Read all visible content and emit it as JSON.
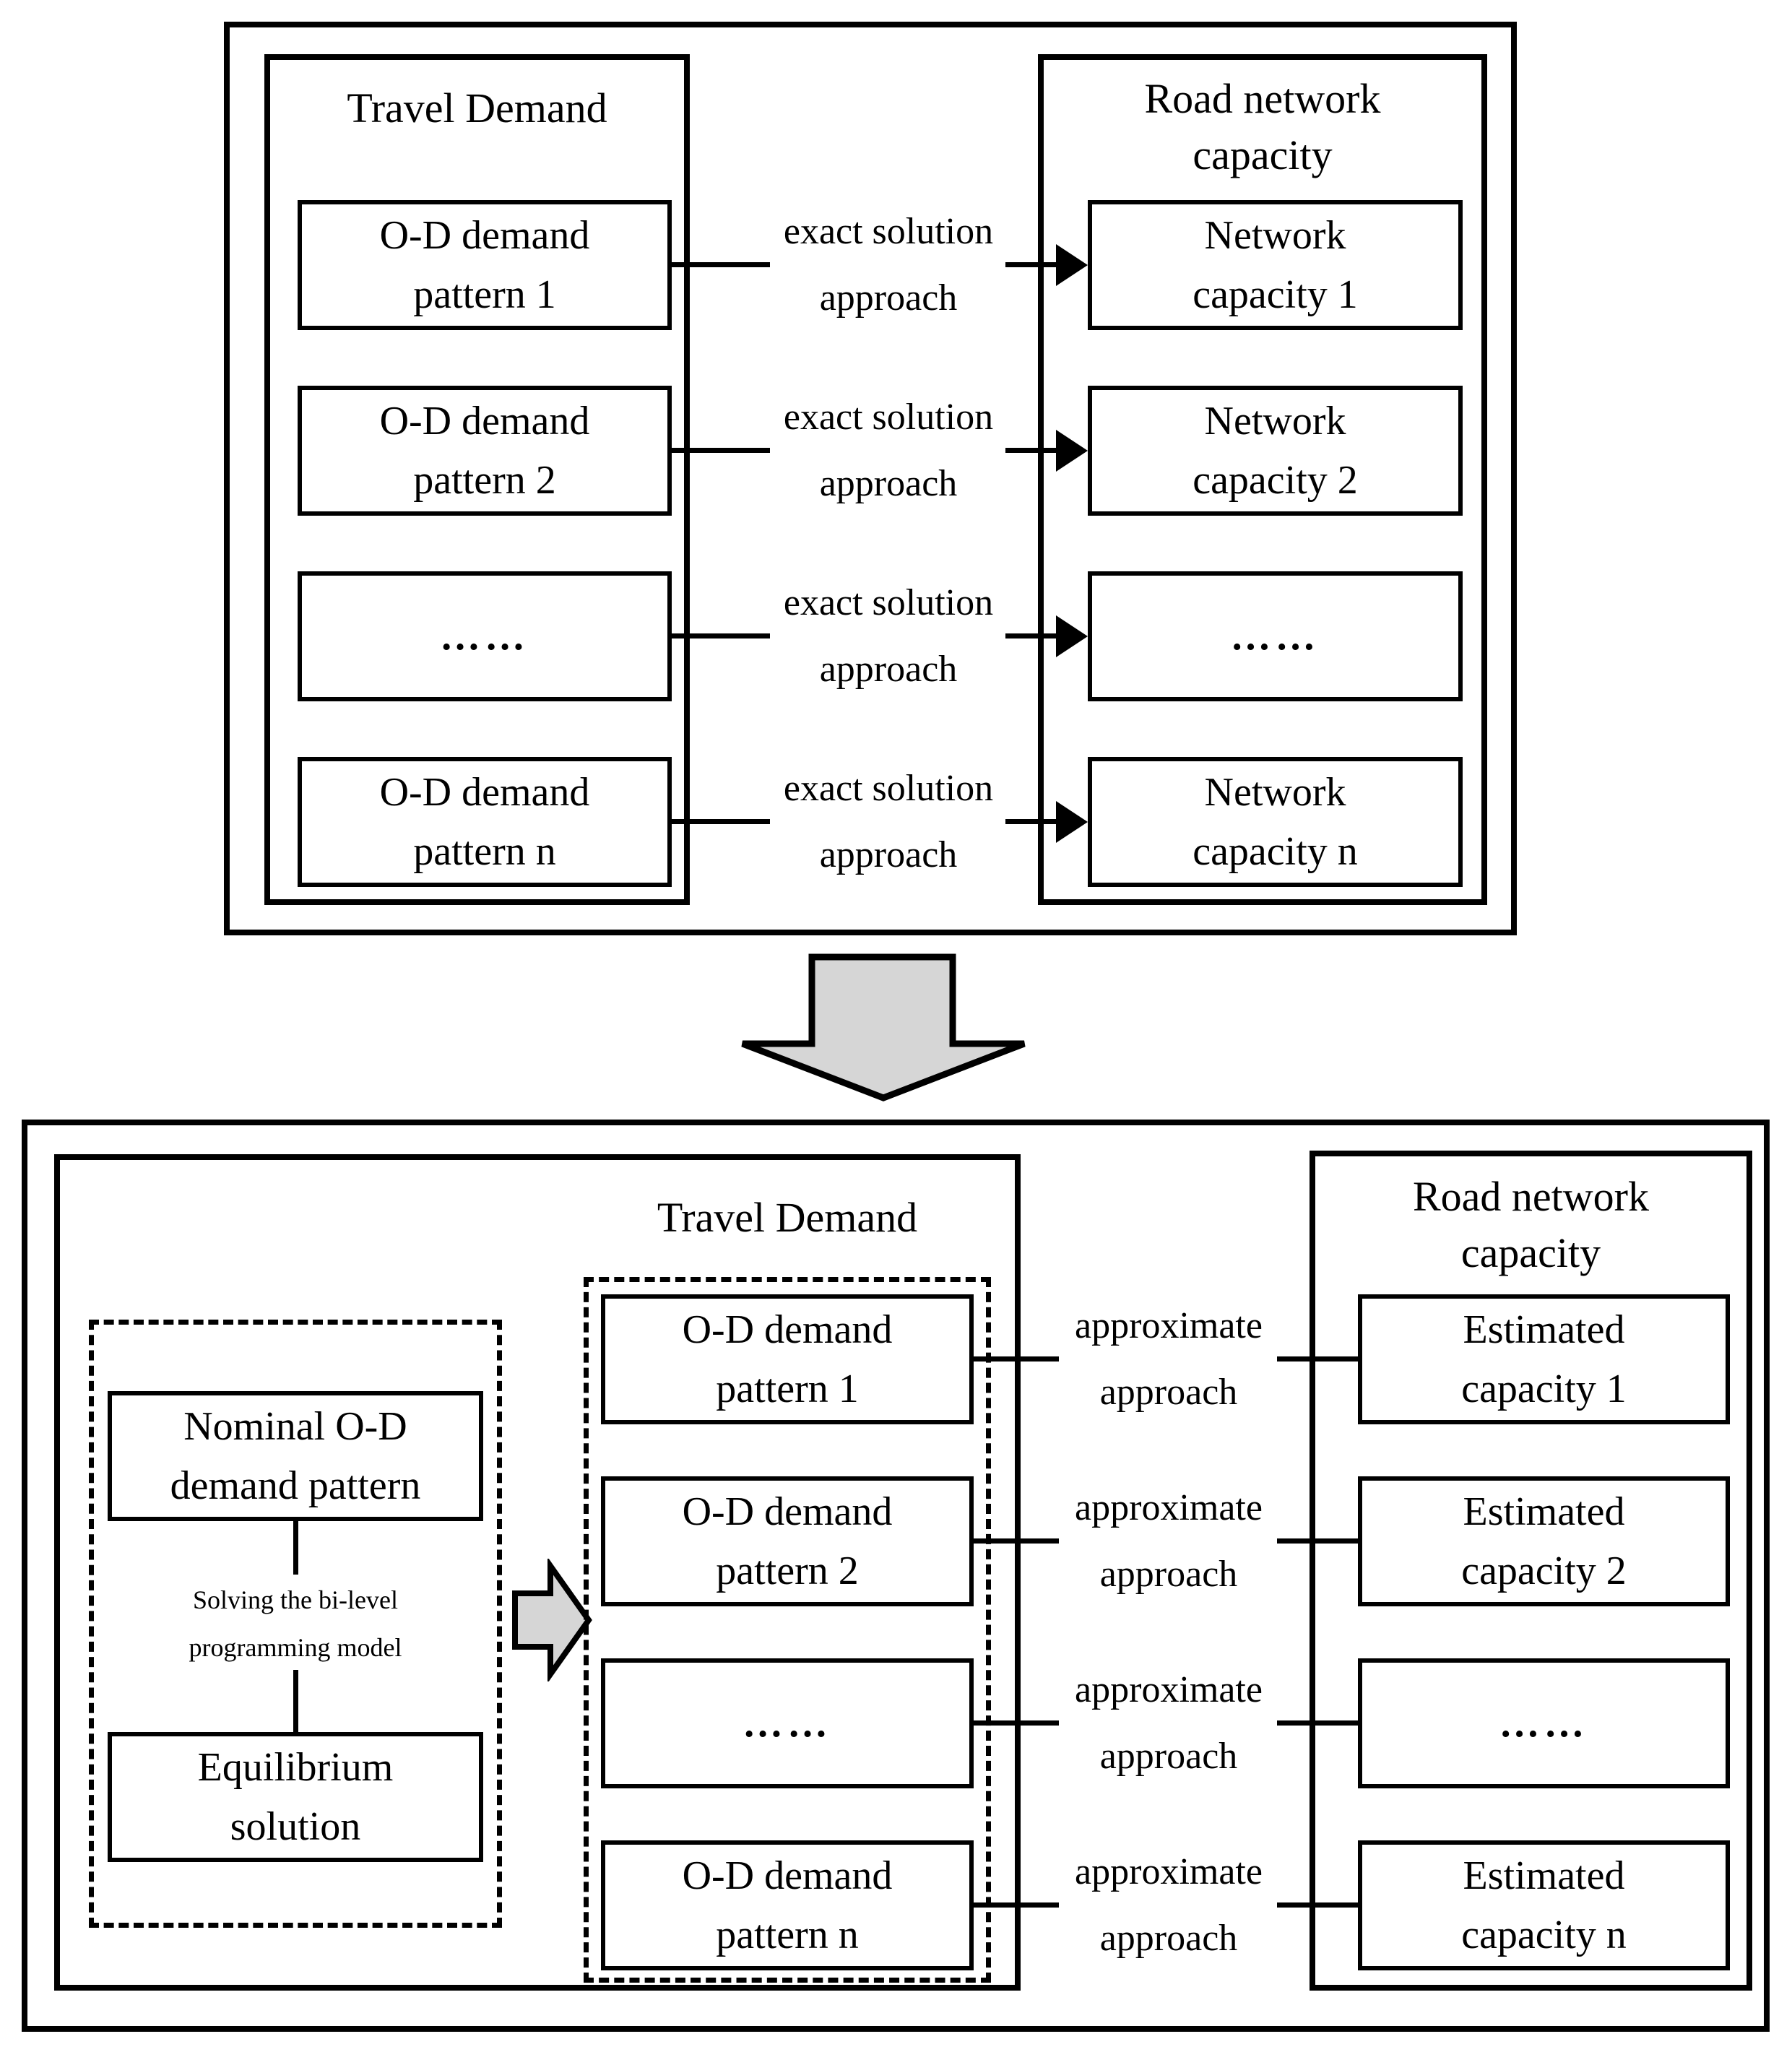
{
  "figure": {
    "background": "#ffffff",
    "line_color": "#000000",
    "arrow_fill": "#d6d6d6"
  },
  "top": {
    "travel_demand_title": "Travel Demand",
    "road_title_line1": "Road network",
    "road_title_line2": "capacity",
    "connector_label_line1": "exact solution",
    "connector_label_line2": "approach",
    "demand_items": [
      {
        "line1": "O-D demand",
        "line2": "pattern 1"
      },
      {
        "line1": "O-D demand",
        "line2": "pattern 2"
      },
      {
        "dots": "……"
      },
      {
        "line1": "O-D demand",
        "line2": "pattern n"
      }
    ],
    "capacity_items": [
      {
        "line1": "Network",
        "line2": "capacity 1"
      },
      {
        "line1": "Network",
        "line2": "capacity 2"
      },
      {
        "dots": "……"
      },
      {
        "line1": "Network",
        "line2": "capacity n"
      }
    ]
  },
  "bottom": {
    "travel_demand_title": "Travel Demand",
    "road_title_line1": "Road network",
    "road_title_line2": "capacity",
    "connector_label_line1": "approximate",
    "connector_label_line2": "approach",
    "nominal_line1": "Nominal O-D",
    "nominal_line2": "demand pattern",
    "solving_line1": "Solving the bi-level",
    "solving_line2": "programming model",
    "equilibrium_line1": "Equilibrium",
    "equilibrium_line2": "solution",
    "demand_items": [
      {
        "line1": "O-D demand",
        "line2": "pattern 1"
      },
      {
        "line1": "O-D demand",
        "line2": "pattern 2"
      },
      {
        "dots": "……"
      },
      {
        "line1": "O-D demand",
        "line2": "pattern n"
      }
    ],
    "capacity_items": [
      {
        "line1": "Estimated",
        "line2": "capacity 1"
      },
      {
        "line1": "Estimated",
        "line2": "capacity 2"
      },
      {
        "dots": "……"
      },
      {
        "line1": "Estimated",
        "line2": "capacity n"
      }
    ]
  }
}
